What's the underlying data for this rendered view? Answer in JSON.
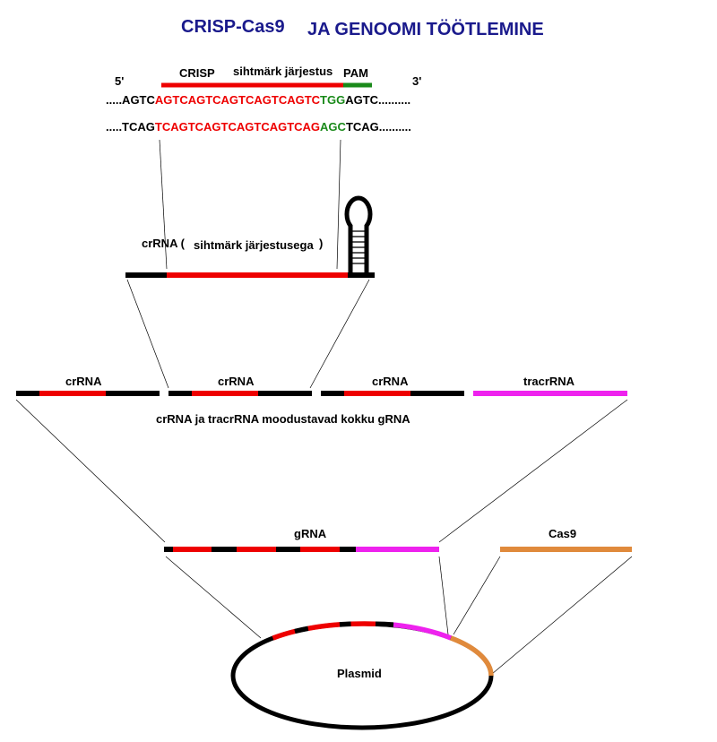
{
  "title": {
    "part1": "CRISP-Cas9",
    "part2": "JA GENOOMI TÖÖTLEMINE"
  },
  "top": {
    "five_prime": "5'",
    "three_prime": "3'",
    "crisp_label": "CRISP",
    "target_label": "sihtmärk järjestus",
    "pam_label": "PAM",
    "seq1": {
      "left": ".....AGTC",
      "target": "AGTCAGTCAGTCAGTCAGTC",
      "pam": "TGG",
      "right": "AGTC.........."
    },
    "seq2": {
      "left": ".....TCAG",
      "target": "TCAGTCAGTCAGTCAGTCAG",
      "pam": "AGC",
      "right": "TCAG.........."
    }
  },
  "crrna_detail": {
    "label_main": "crRNA (",
    "label_target": "sihtmärk järjestusega",
    "label_close": ")"
  },
  "array": {
    "labels": [
      "crRNA",
      "crRNA",
      "crRNA",
      "tracrRNA"
    ],
    "caption": "crRNA ja tracrRNA moodustavad kokku gRNA"
  },
  "constructs": {
    "grna_label": "gRNA",
    "cas9_label": "Cas9"
  },
  "plasmid": {
    "label": "Plasmid"
  },
  "colors": {
    "title": "#1a1a8c",
    "target_red": "#ee0000",
    "pam_green": "#1a8a1a",
    "magenta": "#ee22ee",
    "orange": "#e08a3c",
    "black": "#000000"
  }
}
